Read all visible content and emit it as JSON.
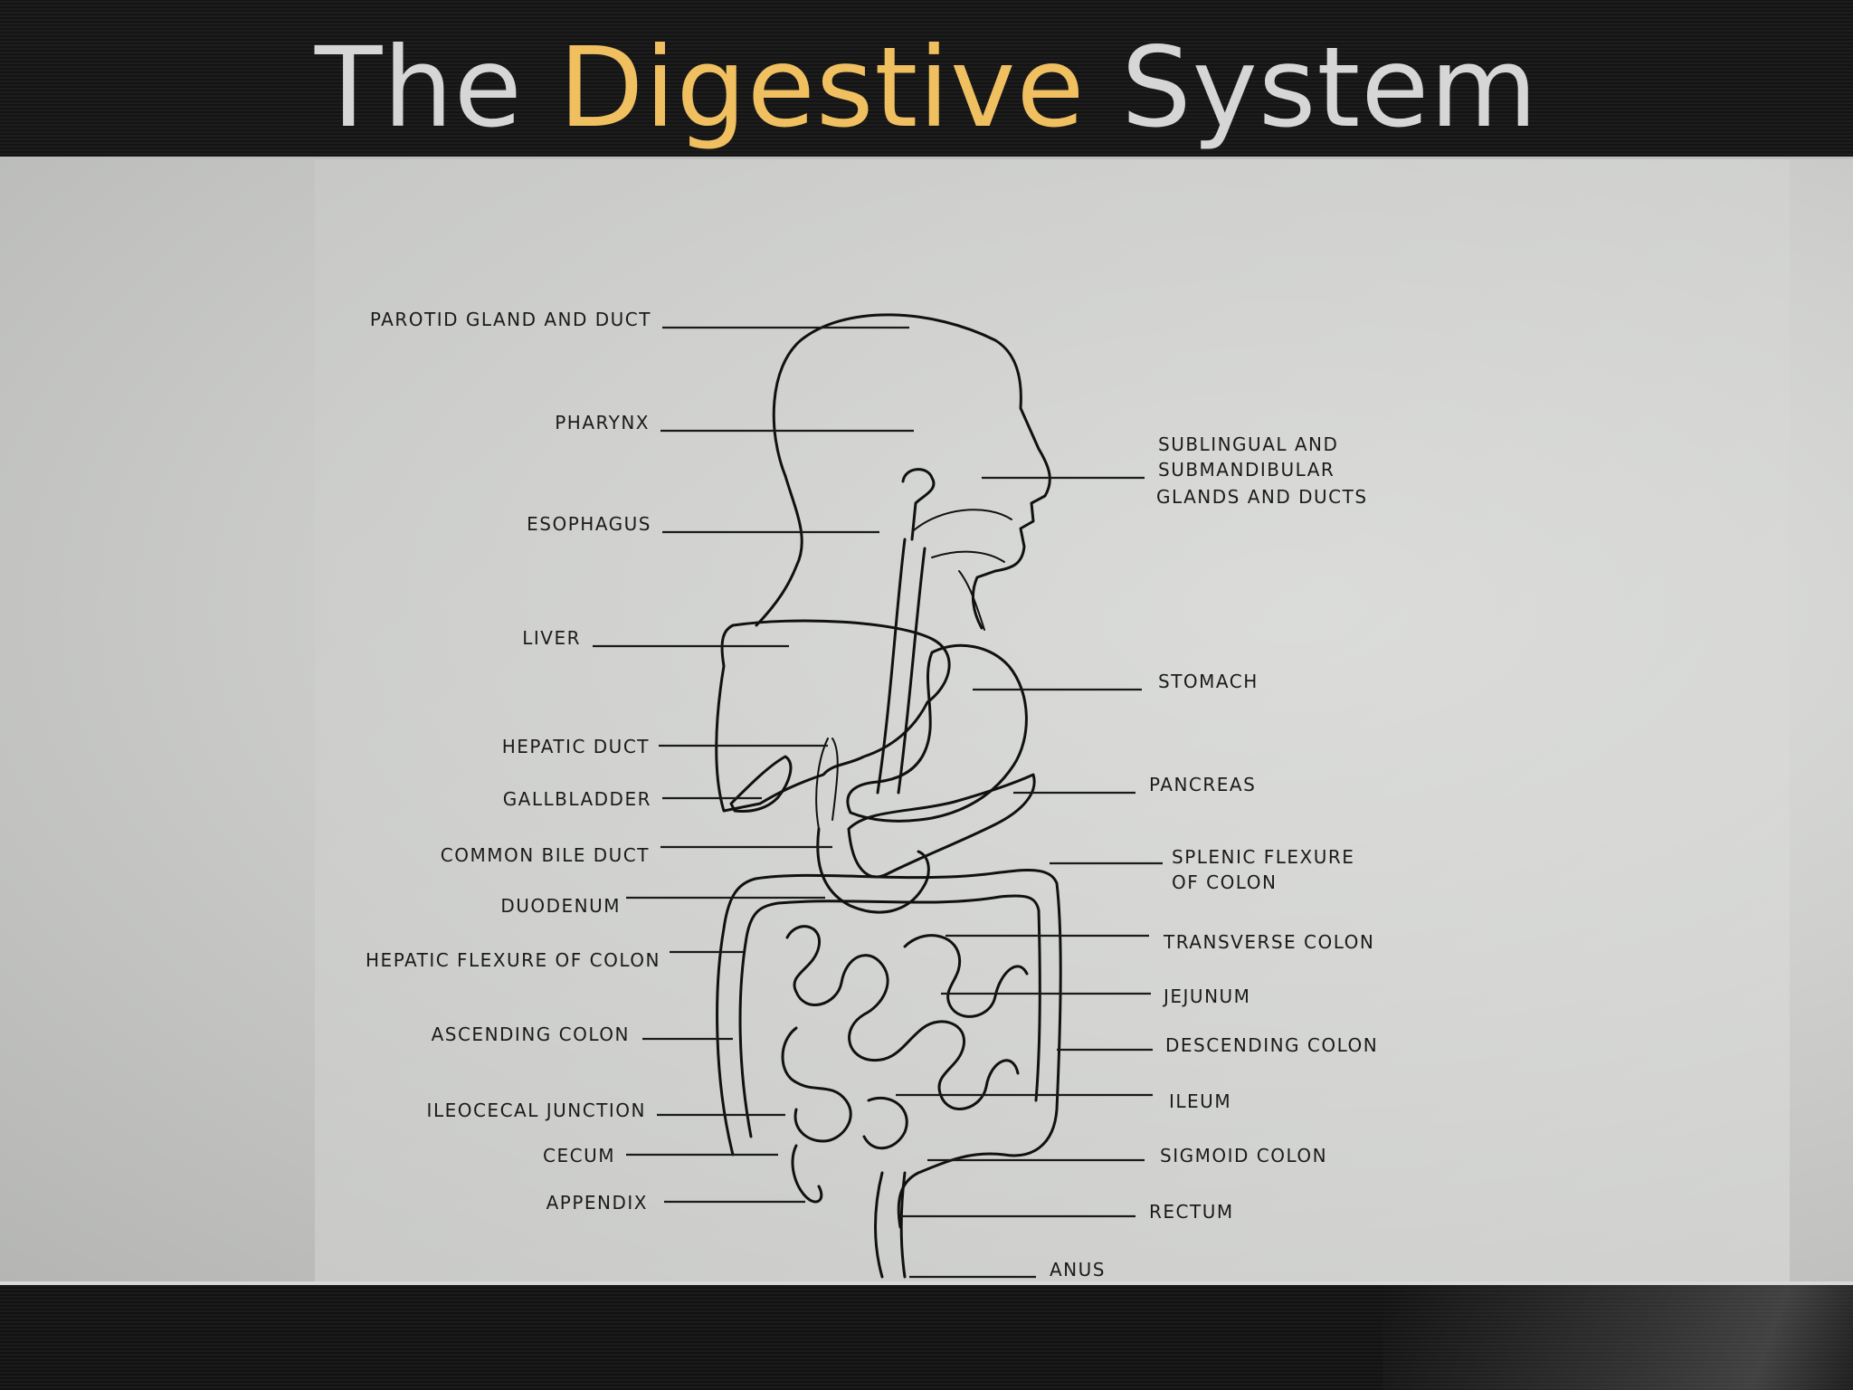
{
  "slide": {
    "title_part1": "The",
    "title_part2": "Digestive",
    "title_part3": "System",
    "accent_color": "#f0c060",
    "title_color": "#d6d6d6"
  },
  "diagram": {
    "labels": {
      "parotid": "PAROTID GLAND AND DUCT",
      "pharynx": "PHARYNX",
      "esophagus": "ESOPHAGUS",
      "liver": "LIVER",
      "hepatic_duct": "HEPATIC DUCT",
      "gallbladder": "GALLBLADDER",
      "common_bile_duct": "COMMON BILE DUCT",
      "duodenum": "DUODENUM",
      "hepatic_flexure": "HEPATIC FLEXURE OF COLON",
      "ascending_colon": "ASCENDING COLON",
      "ileocecal_junction": "ILEOCECAL JUNCTION",
      "cecum": "CECUM",
      "appendix": "APPENDIX",
      "sublingual_1": "SUBLINGUAL AND",
      "sublingual_2": "SUBMANDIBULAR",
      "sublingual_3": "GLANDS AND DUCTS",
      "stomach": "STOMACH",
      "pancreas": "PANCREAS",
      "splenic_1": "SPLENIC  FLEXURE",
      "splenic_2": "OF  COLON",
      "transverse_colon": "TRANSVERSE COLON",
      "jejunum": "JEJUNUM",
      "descending_colon": "DESCENDING COLON",
      "ileum": "ILEUM",
      "sigmoid_colon": "SIGMOID COLON",
      "rectum": "RECTUM",
      "anus": "ANUS"
    }
  }
}
